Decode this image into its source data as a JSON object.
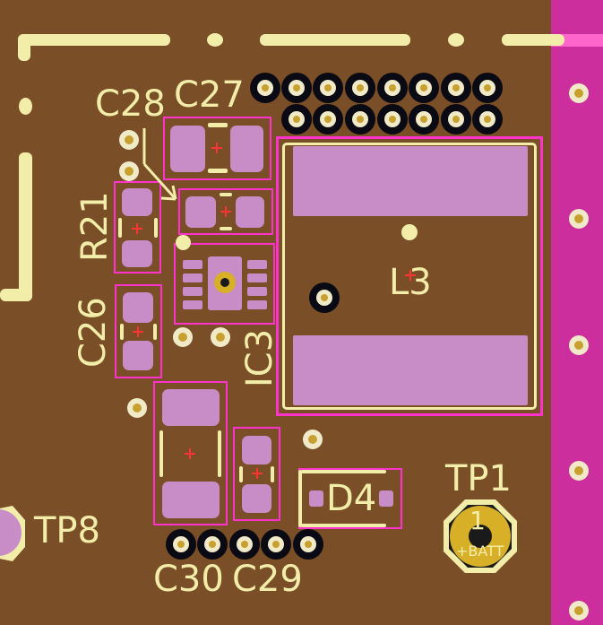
{
  "board": {
    "components": {
      "c28": "C28",
      "c27": "C27",
      "r21": "R21",
      "c26": "C26",
      "ic3": "IC3",
      "l3": "L3",
      "tp1": "TP1",
      "tp8": "TP8",
      "d4": "D4",
      "c30": "C30",
      "c29": "C29"
    },
    "test_point_tp1": {
      "pin_number": "1",
      "net_name": "+BATT"
    },
    "colors": {
      "board": "#7a4e26",
      "silkscreen": "#f2eeaa",
      "pad": "#c88cc6",
      "courtyard": "#ff33cc",
      "board_edge": "#cc2e9e",
      "copper": "#d8b028"
    }
  }
}
